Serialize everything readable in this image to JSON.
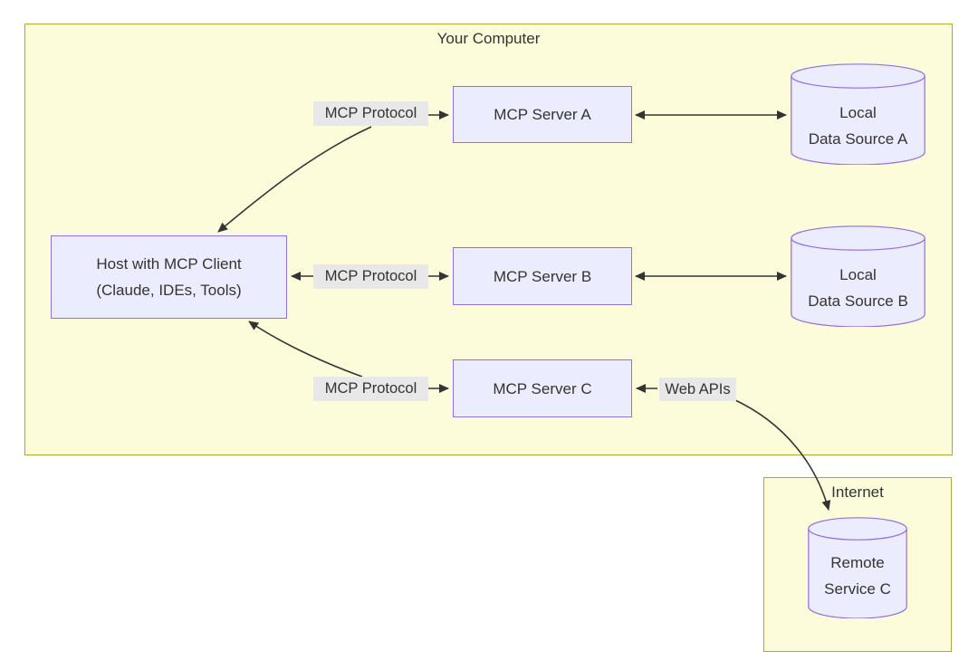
{
  "groups": {
    "your_computer": {
      "title": "Your Computer"
    },
    "internet": {
      "title": "Internet"
    }
  },
  "nodes": {
    "host": {
      "line1": "Host with MCP Client",
      "line2": "(Claude, IDEs, Tools)"
    },
    "server_a": {
      "label": "MCP Server A"
    },
    "server_b": {
      "label": "MCP Server B"
    },
    "server_c": {
      "label": "MCP Server C"
    },
    "data_source_a": {
      "line1": "Local",
      "line2": "Data Source A"
    },
    "data_source_b": {
      "line1": "Local",
      "line2": "Data Source B"
    },
    "remote_service_c": {
      "line1": "Remote",
      "line2": "Service C"
    }
  },
  "edge_labels": {
    "protocol_a": "MCP Protocol",
    "protocol_b": "MCP Protocol",
    "protocol_c": "MCP Protocol",
    "web_apis": "Web APIs"
  },
  "colors": {
    "group_fill": "#fcfcda",
    "group_border": "#aaaa33",
    "node_fill": "#ECECFF",
    "node_border": "#9370DB",
    "edge_stroke": "#333333",
    "edge_label_bg": "#e8e8e8",
    "text": "#333333"
  }
}
